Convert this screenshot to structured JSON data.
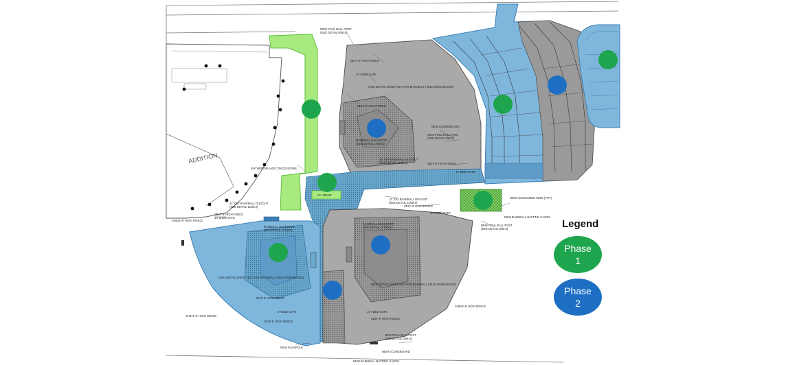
{
  "colors": {
    "phase1": "#1ea54d",
    "phase2": "#1e6fc4",
    "phase1_area": "#a8ea80",
    "phase2_area": "#7fb6dc",
    "field_gray": "#a9a9a9",
    "infield_gray": "#8c8c8c"
  },
  "legend": {
    "title": "Legend",
    "items": [
      {
        "line1": "Phase",
        "line2": "1",
        "color": "#1ea54d"
      },
      {
        "line1": "Phase",
        "line2": "2",
        "color": "#1e6fc4"
      }
    ]
  },
  "plan_labels": {
    "addition": "ADDITION",
    "foul_pole_1": "NEW FOUL BALL POST",
    "see_detail_1": "(SEE DETAIL 9/08.0)",
    "high_fence_1": "SELF-6' HIGH FENCE",
    "wide_gate_1": "10' WIDE GATE",
    "see_sheet_1": "(SEE DETAIL SHEET 08.0 FOR BASEBALL FIELD DIMENSIONS)",
    "high_fence_2": "SELF-6' HIGH FENCE",
    "backstop_1": "BASEBALL BACKSTOP",
    "see_detail_2": "(SEE DETAIL 17/08.0)",
    "scoreboard_1": "NEW SCOREBOARD",
    "foul_pole_2": "NEW FOUL BALL POST",
    "see_detail_3": "(SEE DETAIL 9/08.0)",
    "high_fence_3": "SELF-6' HIGH FENCE",
    "dugout_1": "11' X30' BASEBALL DUGOUT",
    "see_detail_4": "(SEE DETAIL 11/08.0)",
    "wide_gate_2": "6' WIDE GATE",
    "bathroom": "BATHROOM AND CONCESSIONS",
    "ff_elev": "F.F. 590.00",
    "dugout_2": "11' X30' BASEBALL DUGOUT",
    "see_detail_5": "(SEE DETAIL 11/08.0)",
    "high_fence_4": "SELF-6' HIGH FENCE",
    "wide_gate_3": "10' WIDE GATE",
    "accessible_sign": "NEW ACCESSIBLE SIGN (TYP.)",
    "batting_cages_1": "NEW BASEBALL BATTING CAGES",
    "dugout_3": "11' X30' BASEBALL DUGOUT",
    "see_detail_6": "(SEE DETAIL 11/08.0)",
    "high_fence_5": "SELF-6' HIGH FENCE",
    "wide_gate_4": "10' WIDE GATE",
    "high_fence_6": "SHELF-6' HIGH FENCE",
    "backstop_2": "BASEBALL BACKSTOP",
    "see_detail_7": "(SEE DETAIL 17/08.0)",
    "foul_pole_3": "NEW FOUL BALL POST",
    "see_detail_8": "(SEE DETAIL 9/08.0)",
    "backstop_3": "BASEBALL BACKSTOP",
    "see_detail_9": "(SEE DETAIL 17/08.0)",
    "see_sheet_2": "(SEE DETAIL SHEET 08.0 FOR BASEBALL FIELD DIMENSIONS)",
    "see_sheet_3": "(SEE DETAIL SHEET 08.0 FOR BASEBALL FIELD DIMENSIONS)",
    "high_fence_7": "SELF-6' HIGH FENCE",
    "wide_gate_5": "6' WIDE GATE",
    "high_fence_8": "SELF-6' HIGH FENCE",
    "high_fence_9": "SHELF-6' HIGH FENCE",
    "high_fence_10": "SHELF-6' HIGH FENCE",
    "wide_gate_6": "10' WIDE GATE",
    "foul_pole_4": "NEW FOUL BALL POST",
    "see_detail_10": "(SEE DETAIL 9/08.0)",
    "flagpole": "NEW FLAGPOLE",
    "scoreboard_2": "NEW SCOREBOARD",
    "batting_cages_2": "NEW BASEBALL BATTING CAGES",
    "high_fence_11": "SELF-6' HIGH FENCE"
  }
}
